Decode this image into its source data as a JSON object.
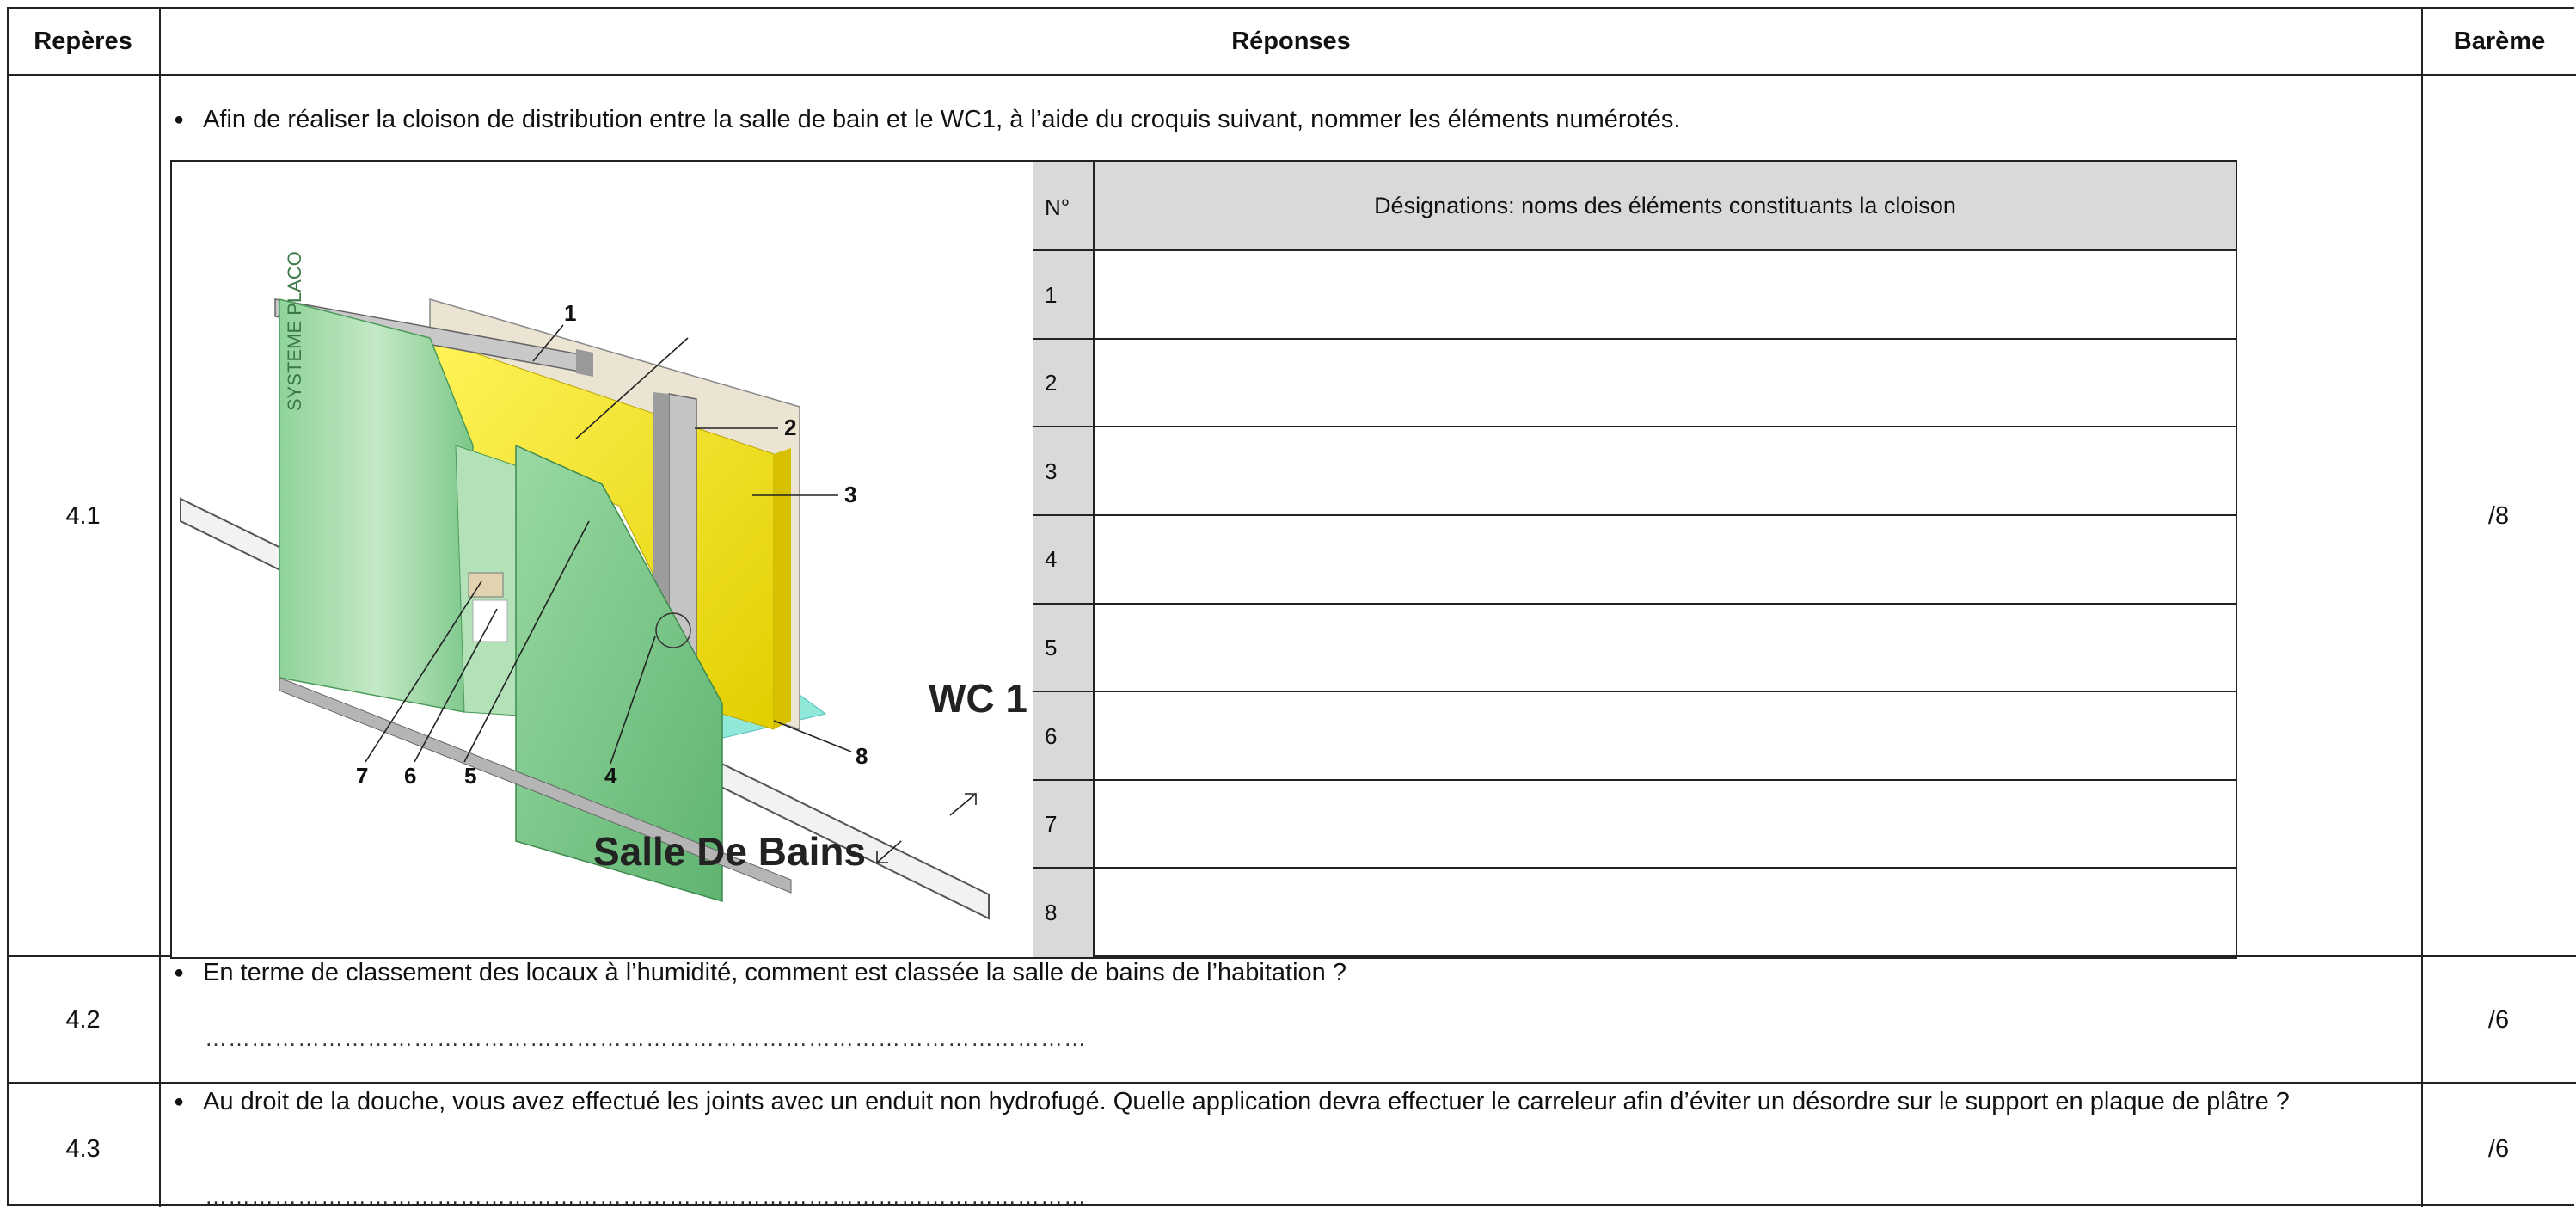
{
  "header": {
    "col1": "Repères",
    "col2": "Réponses",
    "col3": "Barème"
  },
  "rows": [
    {
      "id": "4.1",
      "question": "Afin de réaliser la cloison de distribution entre la salle de bain et le WC1, à l’aide du croquis suivant, nommer les éléments numérotés.",
      "score": "/8"
    },
    {
      "id": "4.2",
      "question": "En terme de classement des locaux à l’humidité, comment est classée la salle de bains de l’habitation ?",
      "dots": "……………………………………………………………………………………………………",
      "score": "/6"
    },
    {
      "id": "4.3",
      "question": "Au droit de la douche, vous avez effectué les joints avec un enduit non hydrofugé. Quelle application devra effectuer le carreleur afin d’éviter un désordre sur le support en plaque de plâtre ?",
      "dots": "……………………………………………………………………………………………………",
      "score": "/6"
    }
  ],
  "figure": {
    "brand_text": "SYSTEME PLACO",
    "room_a": "WC 1",
    "room_b": "Salle De Bains",
    "callouts": [
      "1",
      "2",
      "3",
      "4",
      "5",
      "6",
      "7",
      "8"
    ]
  },
  "table": {
    "col_n": "N°",
    "col_desc": "Désignations: noms des éléments constituants la cloison",
    "numbers": [
      "1",
      "2",
      "3",
      "4",
      "5",
      "6",
      "7",
      "8"
    ]
  },
  "bullet": "●"
}
